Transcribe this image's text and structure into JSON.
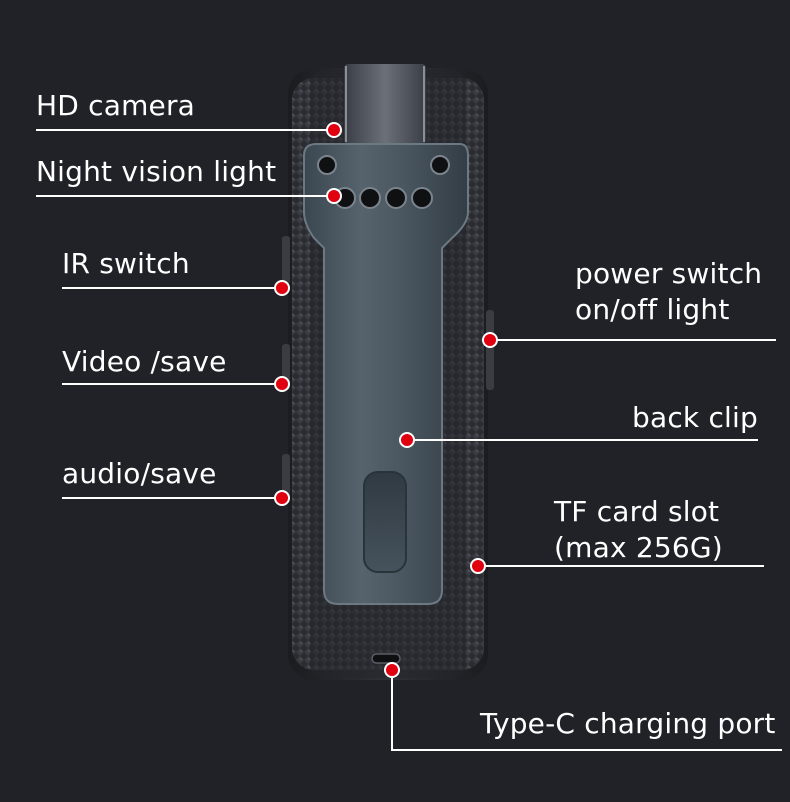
{
  "labels": {
    "hd_camera": "HD camera",
    "night_vision": "Night vision light",
    "ir_switch": "IR switch",
    "video_save": "Video /save",
    "audio_save": "audio/save",
    "power_switch_line1": "power switch",
    "power_switch_line2": "on/off light",
    "back_clip": "back clip",
    "tf_card_line1": "TF card slot",
    "tf_card_line2": "(max 256G)",
    "type_c": "Type-C charging port"
  },
  "colors": {
    "background": "#212227",
    "marker": "#e0000f",
    "leader_line": "#ffffff"
  }
}
